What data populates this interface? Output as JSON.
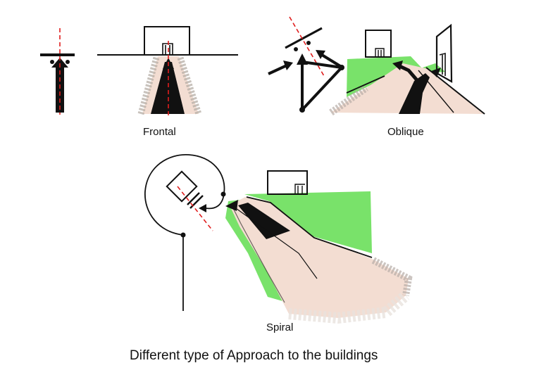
{
  "labels": {
    "frontal": "Frontal",
    "oblique": "Oblique",
    "spiral": "Spiral"
  },
  "caption": "Different type of Approach to the buildings",
  "colors": {
    "ink": "#111111",
    "axis": "#e01e1e",
    "grass": "#79e26a",
    "path": "#f3ddd2",
    "shadow": "#b6ada6"
  }
}
